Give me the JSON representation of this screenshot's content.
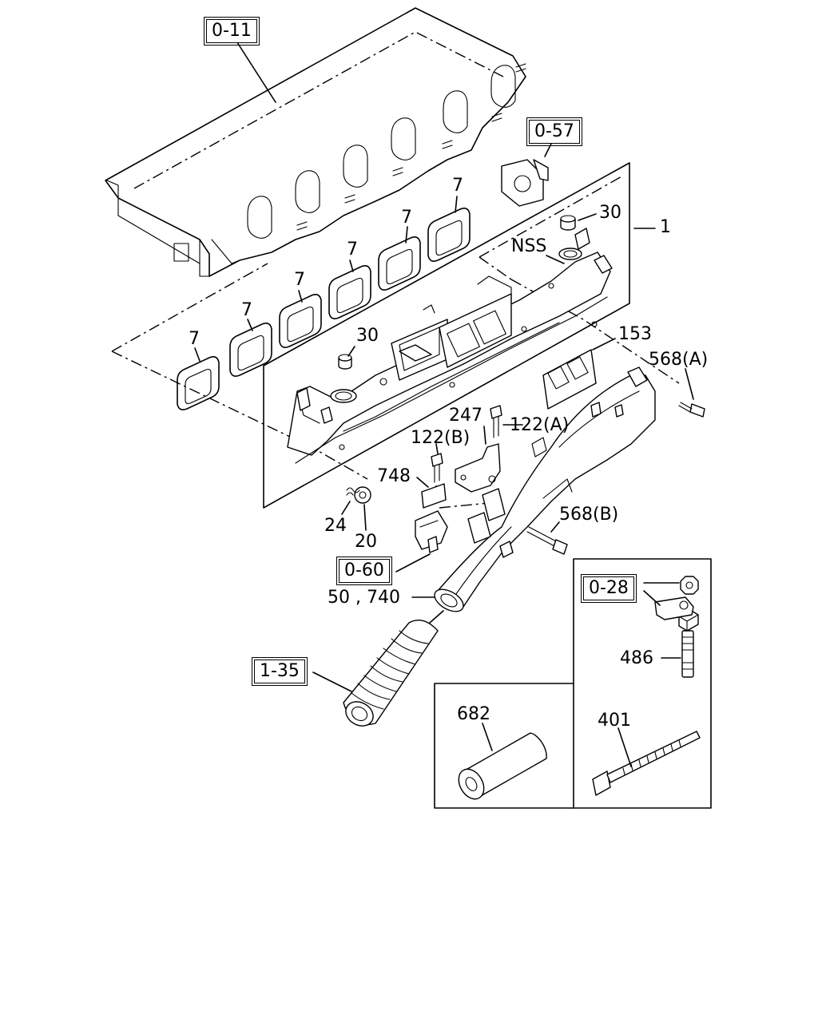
{
  "references": {
    "ref_0_11": "0-11",
    "ref_0_57": "0-57",
    "ref_0_60": "0-60",
    "ref_0_28": "0-28",
    "ref_1_35": "1-35"
  },
  "callouts": {
    "p1": "1",
    "p7": "7",
    "p20": "20",
    "p24": "24",
    "p30": "30",
    "p50_740": "50 , 740",
    "p122a": "122(A)",
    "p122b": "122(B)",
    "p153": "153",
    "p247": "247",
    "p401": "401",
    "p486": "486",
    "p568a": "568(A)",
    "p568b": "568(B)",
    "p682": "682",
    "p748": "748",
    "nss": "NSS"
  }
}
